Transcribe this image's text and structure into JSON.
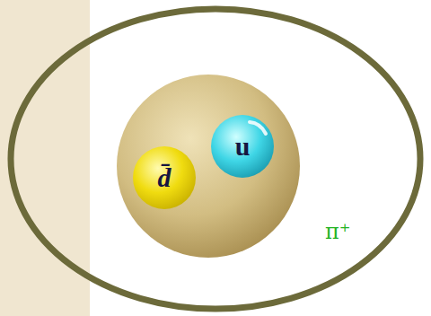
{
  "diagram": {
    "nodes": [
      {
        "text": [
          "d̄"
        ]
      },
      {
        "text": [
          "u"
        ]
      }
    ],
    "labels": [
      "π⁺"
    ]
  }
}
